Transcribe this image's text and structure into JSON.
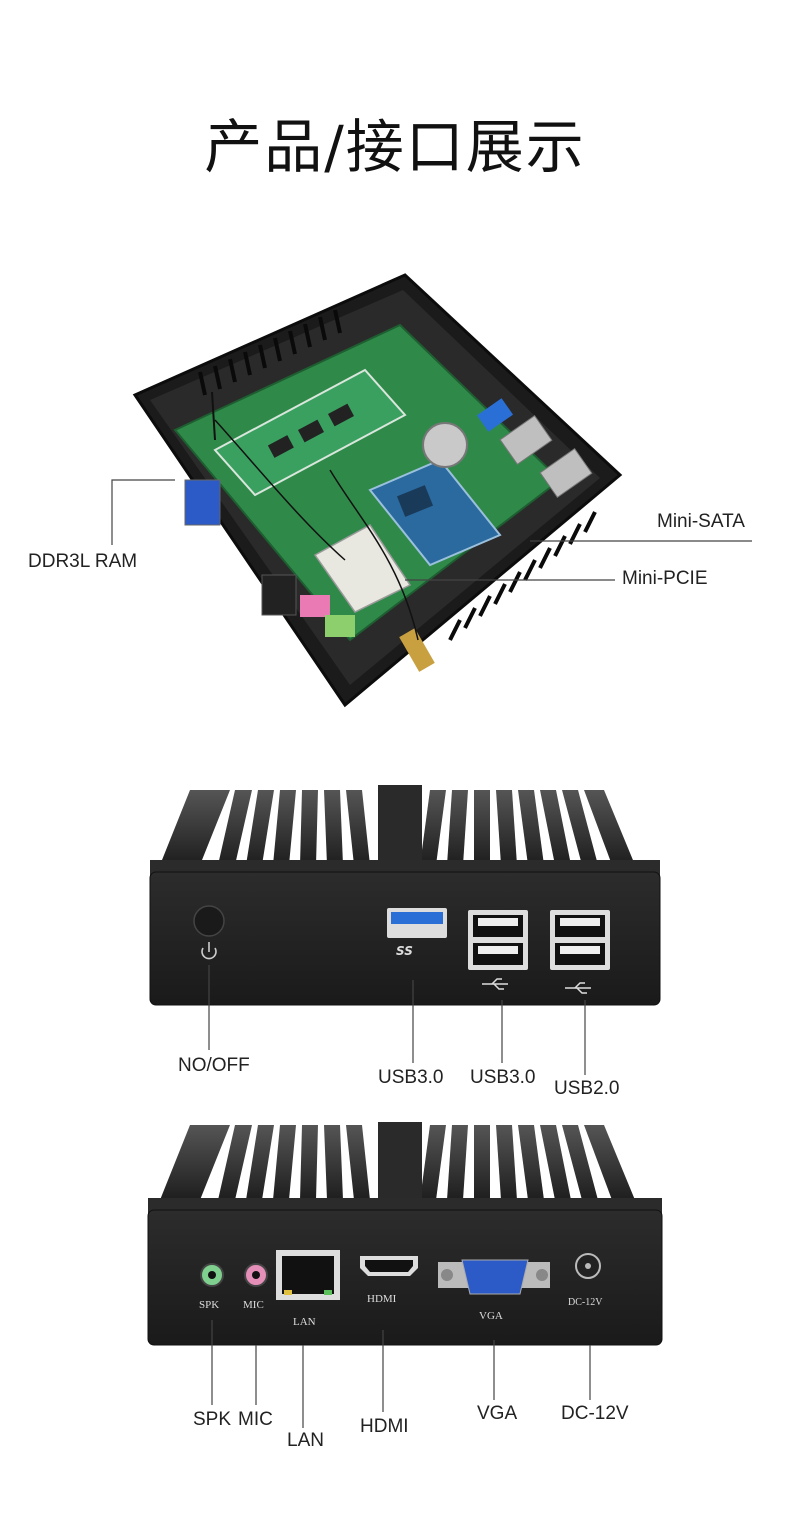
{
  "title": "产品/接口展示",
  "internal": {
    "labels": {
      "ram": "DDR3L RAM",
      "msata": "Mini-SATA",
      "mpcie": "Mini-PCIE"
    }
  },
  "front": {
    "labels": {
      "power": "NO/OFF",
      "usb3a": "USB3.0",
      "usb3b": "USB3.0",
      "usb2": "USB2.0"
    },
    "usb_icon_text": "SS"
  },
  "rear": {
    "port_marks": {
      "spk": "SPK",
      "mic": "MIC",
      "lan": "LAN",
      "hdmi": "HDMI",
      "vga": "VGA",
      "dc": "DC-12V"
    },
    "labels": {
      "spk": "SPK",
      "mic": "MIC",
      "lan": "LAN",
      "hdmi": "HDMI",
      "vga": "VGA",
      "dc": "DC-12V"
    }
  },
  "colors": {
    "case": "#222222",
    "pcb": "#2f8a4a",
    "usb3_blue": "#2a6fd6",
    "vga_blue": "#2c5bc7"
  }
}
